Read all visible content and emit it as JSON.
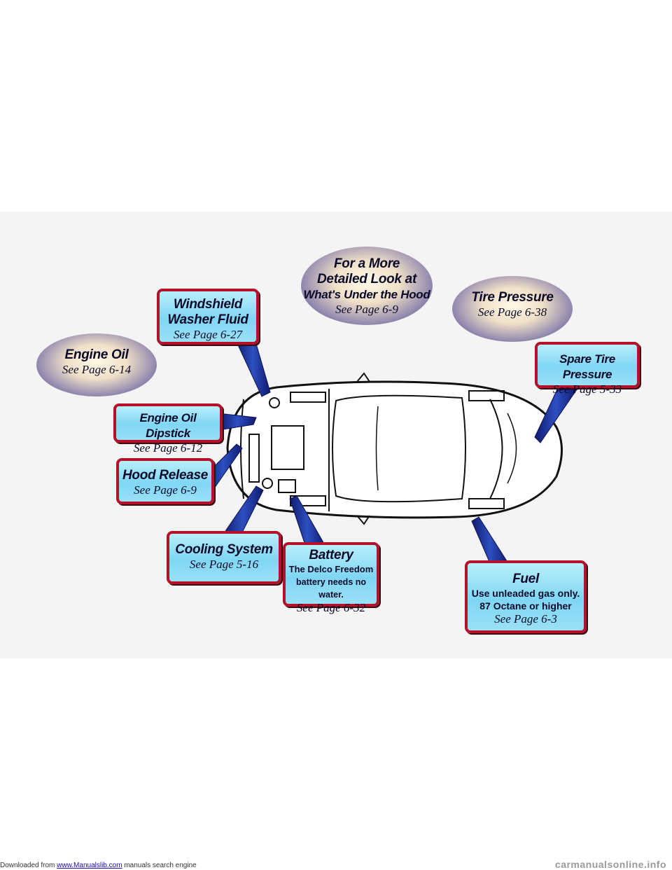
{
  "callouts": {
    "more_detail": {
      "line1": "For a More",
      "line2": "Detailed Look at",
      "line3": "What's Under the Hood",
      "page": "See Page 6-9"
    },
    "tire_pressure": {
      "title": "Tire Pressure",
      "page": "See Page 6-38"
    },
    "windshield": {
      "line1": "Windshield",
      "line2": "Washer Fluid",
      "page": "See Page 6-27"
    },
    "engine_oil": {
      "title": "Engine Oil",
      "page": "See Page 6-14"
    },
    "spare_tire": {
      "title": "Spare Tire Pressure",
      "page": "See Page 5-33"
    },
    "dipstick": {
      "title": "Engine Oil Dipstick",
      "page": "See Page 6-12"
    },
    "hood_release": {
      "title": "Hood Release",
      "page": "See Page 6-9"
    },
    "cooling": {
      "title": "Cooling System",
      "page": "See Page 5-16"
    },
    "battery": {
      "title": "Battery",
      "line1": "The Delco Freedom",
      "line2": "battery needs no water.",
      "page": "See Page 6-32"
    },
    "fuel": {
      "title": "Fuel",
      "line1": "Use unleaded gas only.",
      "line2": "87 Octane or higher",
      "page": "See Page 6-3"
    }
  },
  "footer": {
    "prefix": "Downloaded from",
    "link": "www.Manualslib.com",
    "suffix": "manuals search engine"
  },
  "watermark": "carmanualsonline.info",
  "colors": {
    "box_border": "#b3122a",
    "box_fill": "#8fdaf5",
    "arrow": "#1d2a8a",
    "oval_dark": "#262457"
  }
}
